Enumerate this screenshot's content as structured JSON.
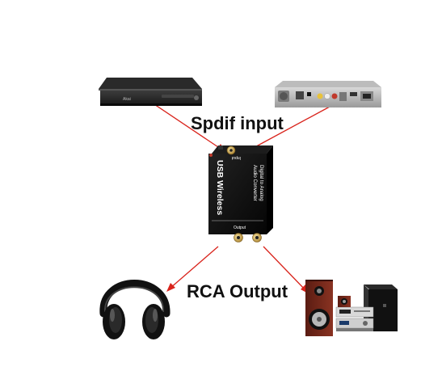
{
  "labels": {
    "input": "Spdif input",
    "output": "RCA Output"
  },
  "converter": {
    "side_text": "USB Wireless",
    "front_text_1": "Digital to Analog",
    "front_text_2": "Audio Converter",
    "input_port_label": "Input",
    "output_port_label": "Output"
  },
  "devices": {
    "dvd_brand": "Akai"
  },
  "colors": {
    "arrow": "#d9241c",
    "converter_body": "#0c0c0c",
    "gold": "#c9a24a"
  }
}
